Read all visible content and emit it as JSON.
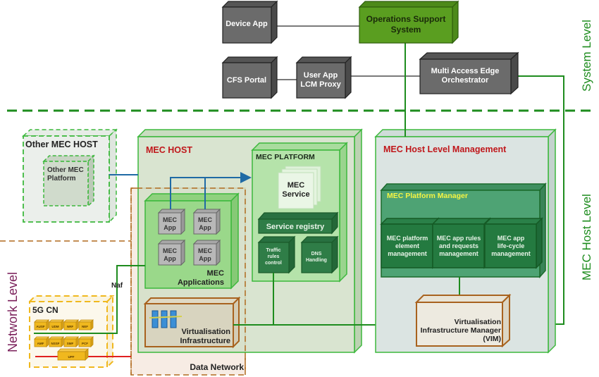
{
  "levels": {
    "system": "System Level",
    "host": "MEC Host Level",
    "network": "Network Level"
  },
  "system": {
    "device_app": "Device App",
    "oss": [
      "Operations Support",
      "System"
    ],
    "cfs_portal": "CFS Portal",
    "user_app_lcm_proxy": [
      "User App",
      "LCM Proxy"
    ],
    "meao": [
      "Multi Access Edge",
      "Orchestrator"
    ]
  },
  "other_host": {
    "title": "Other MEC HOST",
    "platform": [
      "Other MEC",
      "Platform"
    ]
  },
  "mec_host": {
    "title": "MEC HOST",
    "platform_title": "MEC PLATFORM",
    "service": [
      "MEC",
      "Service"
    ],
    "service_registry": "Service registry",
    "traffic_rules": [
      "Traffic",
      "rules",
      "control"
    ],
    "dns": [
      "DNS",
      "Handling"
    ],
    "apps": [
      "MEC App",
      "MEC App",
      "MEC App",
      "MEC App"
    ],
    "app_label": [
      "MEC",
      "App"
    ],
    "applications": [
      "MEC",
      "Applications"
    ],
    "virt_infra": [
      "Virtualisation",
      "Infrastructure"
    ],
    "data_network": "Data Network"
  },
  "host_mgmt": {
    "title": "MEC Host Level Management",
    "platform_manager": "MEC Platform Manager",
    "modules": [
      [
        "MEC platform",
        "element",
        "management"
      ],
      [
        "MEC app rules",
        "and requests",
        "management"
      ],
      [
        "MEC app",
        "life-cycle",
        "management"
      ]
    ],
    "vim": [
      "Virtualisation",
      "Infrastructure Manager",
      "(VIM)"
    ]
  },
  "network": {
    "cn_title": "5G CN",
    "naf": "Naf",
    "nf_row1": [
      "AUSF",
      "UDM",
      "NRF",
      "NEF"
    ],
    "nf_row2": [
      "AMF",
      "NSSF",
      "SMF",
      "PCF"
    ],
    "upf": "UPF"
  },
  "colors": {
    "system_green": "#1e8c1e",
    "oss_green": "#5a9e20",
    "grey_box": "#6b6b6b",
    "mec_red": "#c0171b",
    "pm_yellow": "#f5f542",
    "dark_green": "#2f7d47",
    "orange_border": "#b06a1e",
    "blue_link": "#1f6aa5",
    "network_purple": "#7a1f5a",
    "upf_red": "#e02020",
    "nf_gold": "#f0b81e"
  }
}
